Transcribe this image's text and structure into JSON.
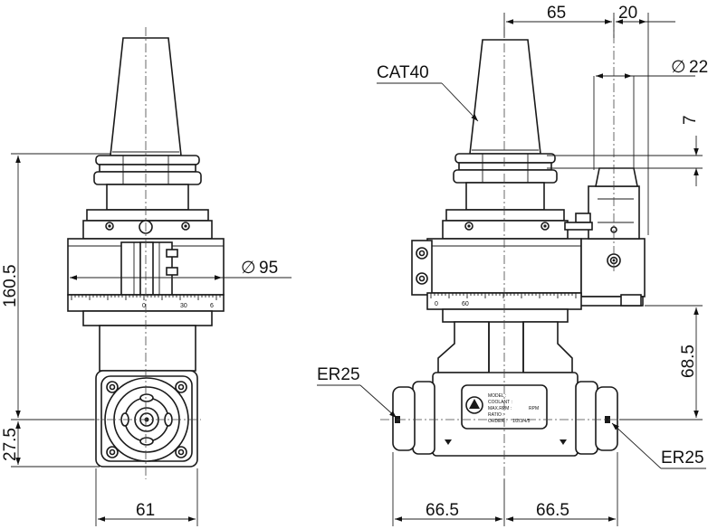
{
  "dimensions": {
    "left_width": "61",
    "left_height_total": "160.5",
    "left_height_axis": "27.5",
    "left_diameter": "95",
    "right_offset": "65",
    "right_small_offset": "20",
    "right_diameter": "22",
    "right_small": "7",
    "right_height": "68.5",
    "right_half_left": "66.5",
    "right_half_right": "66.5"
  },
  "symbols": {
    "diameter": "∅"
  },
  "callouts": {
    "taper": "CAT40",
    "collet_left": "ER25",
    "collet_right": "ER25"
  },
  "scale_marks": {
    "left_zero": "0",
    "left_thirty": "30",
    "left_sixty": "6",
    "right_zero": "0",
    "right_sixty": "60"
  },
  "nameplate": {
    "row1": "MODEL :",
    "row2": "COOLANT :",
    "row3": "MAX.RPM :",
    "row4": "RATIO :",
    "row5": "ORDER :",
    "rpm_unit": "RPM",
    "order_no": "1/2/3/4/5"
  }
}
